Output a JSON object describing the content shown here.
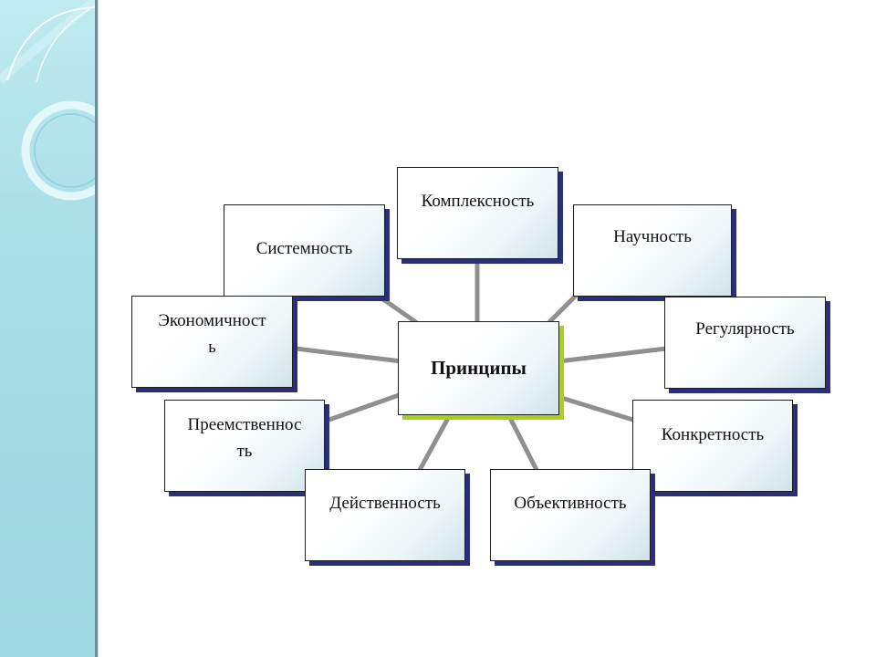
{
  "diagram": {
    "center": "Принципы",
    "nodes": {
      "kompleksnost": "Комплексность",
      "nauchnost": "Научность",
      "sistemnost": "Системность",
      "ekonomichnost": [
        "Экономичност",
        "ь"
      ],
      "regulyarnost": "Регулярность",
      "preemstvennost": [
        "Преемственнос",
        "ть"
      ],
      "konkretnost": "Конкретность",
      "deistvennost": "Действенность",
      "obektivnost": "Объективность"
    }
  },
  "colors": {
    "side_band": "#a6dde6",
    "box_shadow": "#2b2f7a",
    "center_shadow": "#a6d21a",
    "connector": "#8f8f8f"
  }
}
